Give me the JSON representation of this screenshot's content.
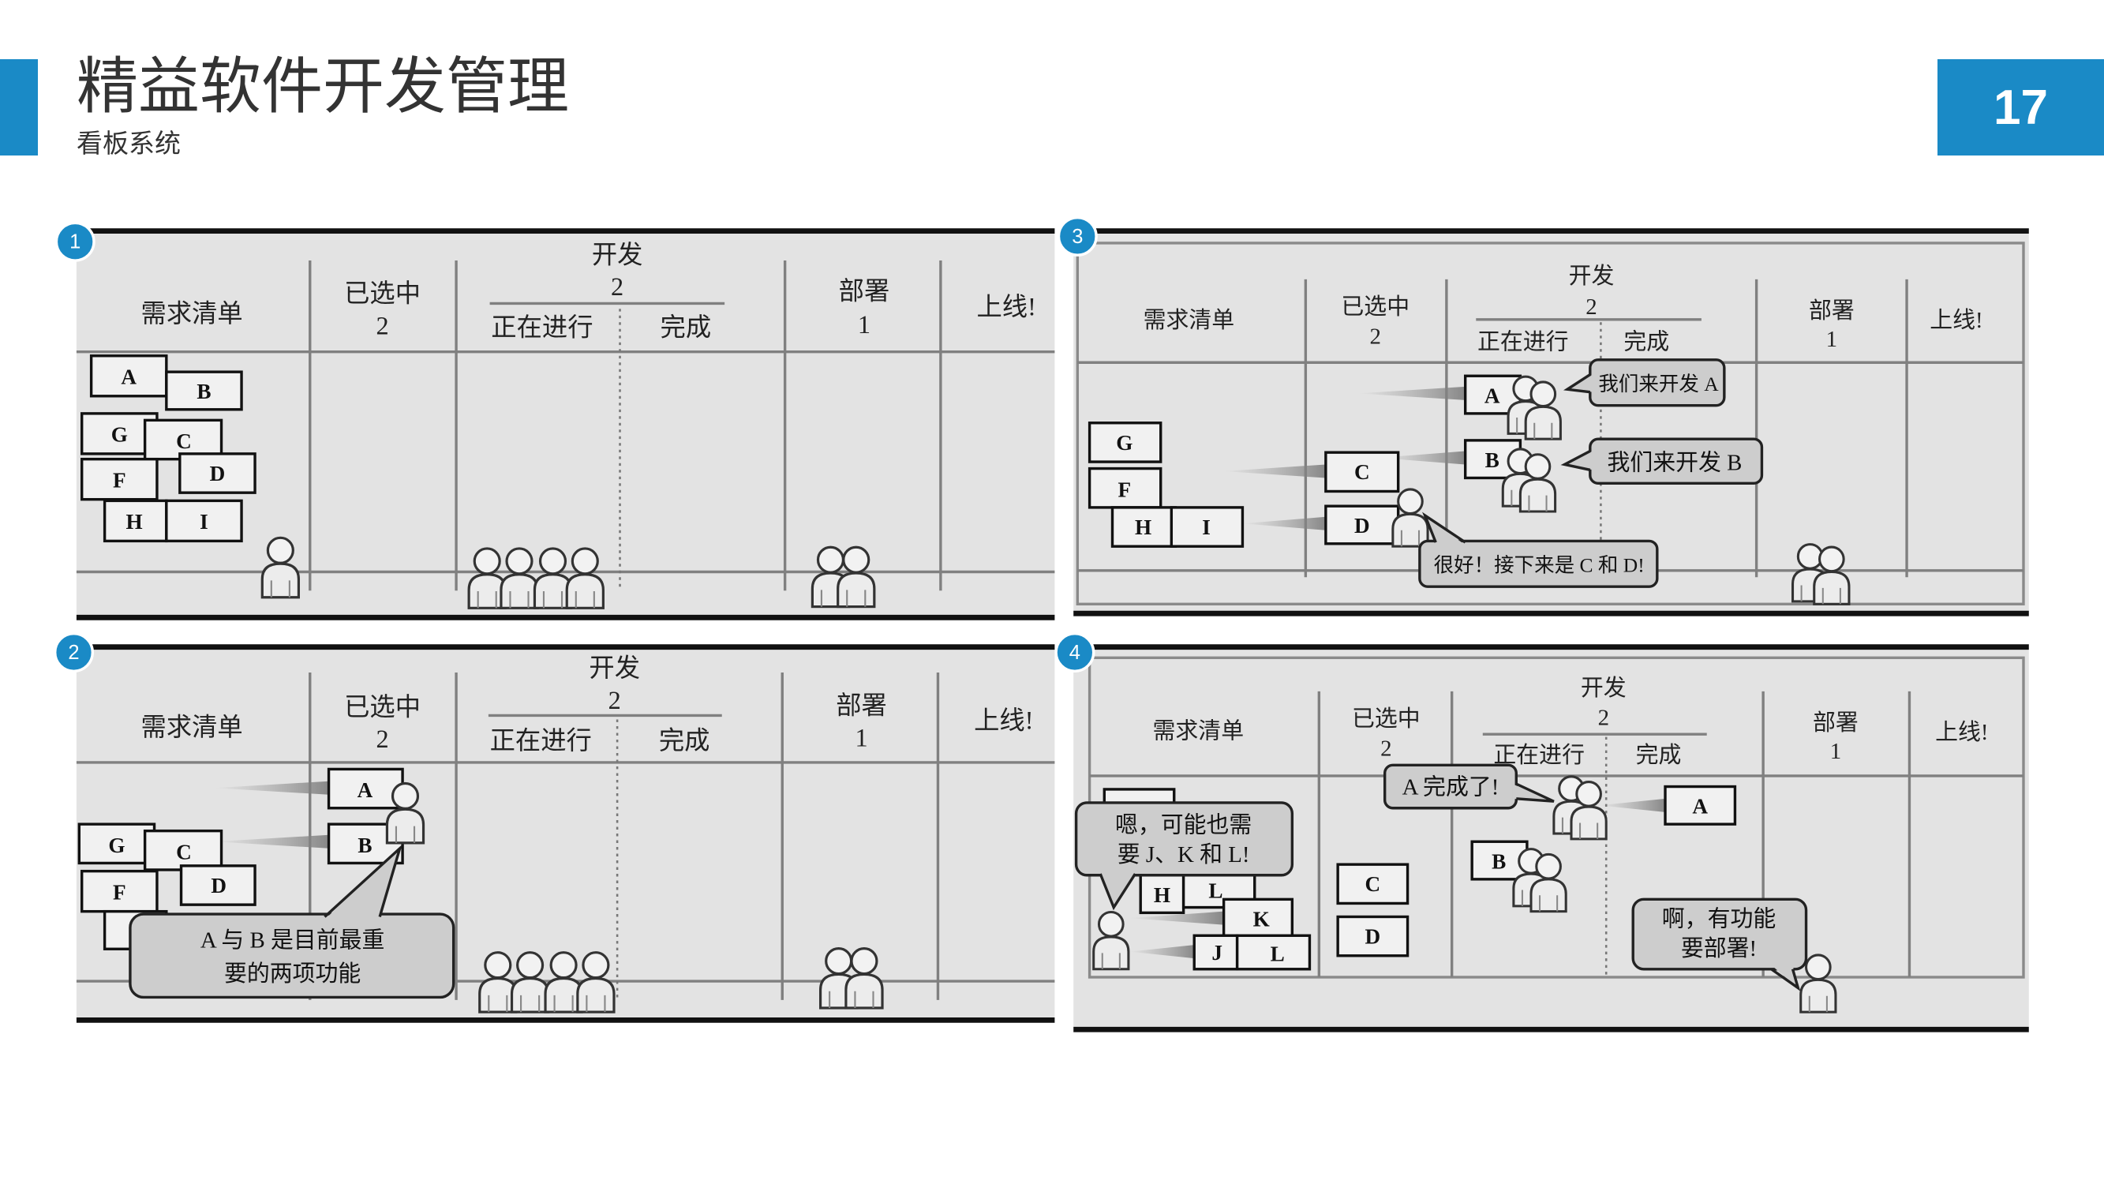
{
  "slide": {
    "title": "精益软件开发管理",
    "subtitle": "看板系统",
    "page_number": "17"
  },
  "colors": {
    "accent": "#1a8ac6",
    "board_background": "#e3e3e3",
    "speech_bubble": "#cdcdcd",
    "card": "#f1f1f1"
  },
  "icon_names": [
    "person-icon"
  ],
  "board_columns": {
    "backlog": "需求清单",
    "selected": "已选中",
    "selected_limit": "2",
    "dev": "开发",
    "dev_limit": "2",
    "dev_ongoing": "正在进行",
    "dev_done": "完成",
    "deploy": "部署",
    "deploy_limit": "1",
    "live": "上线!"
  },
  "panels": [
    {
      "number": "1",
      "cards": [
        "A",
        "B",
        "G",
        "C",
        "F",
        "D",
        "H",
        "I"
      ],
      "bubbles": []
    },
    {
      "number": "2",
      "cards": [
        "A",
        "B",
        "G",
        "C",
        "F",
        "D"
      ],
      "bubbles": [
        {
          "lines": [
            "A 与 B 是目前最重",
            "要的两项功能"
          ]
        }
      ]
    },
    {
      "number": "3",
      "cards": [
        "G",
        "F",
        "H",
        "I",
        "C",
        "D",
        "A",
        "B"
      ],
      "bubbles": [
        {
          "lines": [
            "我们来开发 A"
          ]
        },
        {
          "lines": [
            "我们来开发 B"
          ]
        },
        {
          "lines": [
            "很好！接下来是 C 和 D!"
          ]
        }
      ]
    },
    {
      "number": "4",
      "cards": [
        "A",
        "B",
        "C",
        "D",
        "H",
        "L",
        "K",
        "J",
        "L"
      ],
      "bubbles": [
        {
          "lines": [
            "嗯，可能也需",
            "要 J、K 和 L!"
          ]
        },
        {
          "lines": [
            "A 完成了!"
          ]
        },
        {
          "lines": [
            "啊，有功能",
            "要部署!"
          ]
        }
      ]
    }
  ]
}
